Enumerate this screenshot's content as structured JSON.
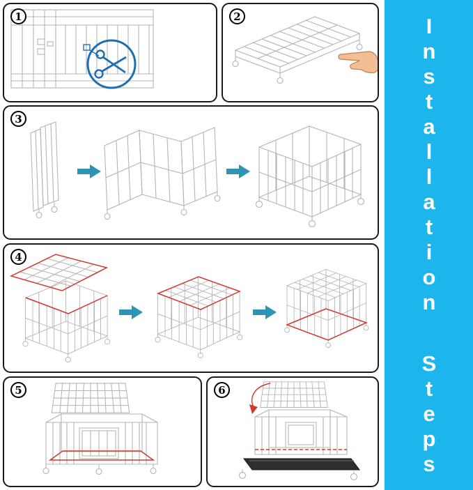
{
  "banner": {
    "line1": "Installation",
    "line2": "Steps"
  },
  "steps": [
    {
      "number": "1"
    },
    {
      "number": "2"
    },
    {
      "number": "3"
    },
    {
      "number": "4"
    },
    {
      "number": "5"
    },
    {
      "number": "6"
    }
  ],
  "colors": {
    "banner_bg": "#1CB5EC",
    "banner_fg": "#FFFFFF",
    "panel_border": "#1A1A1A",
    "lineart": "#B4B4B4",
    "arrow": "#2F93B5",
    "highlight": "#D23A2C",
    "scissors": "#1E6FB2",
    "hand_fill": "#F4BE94",
    "tray_fill": "#2F2F33"
  }
}
